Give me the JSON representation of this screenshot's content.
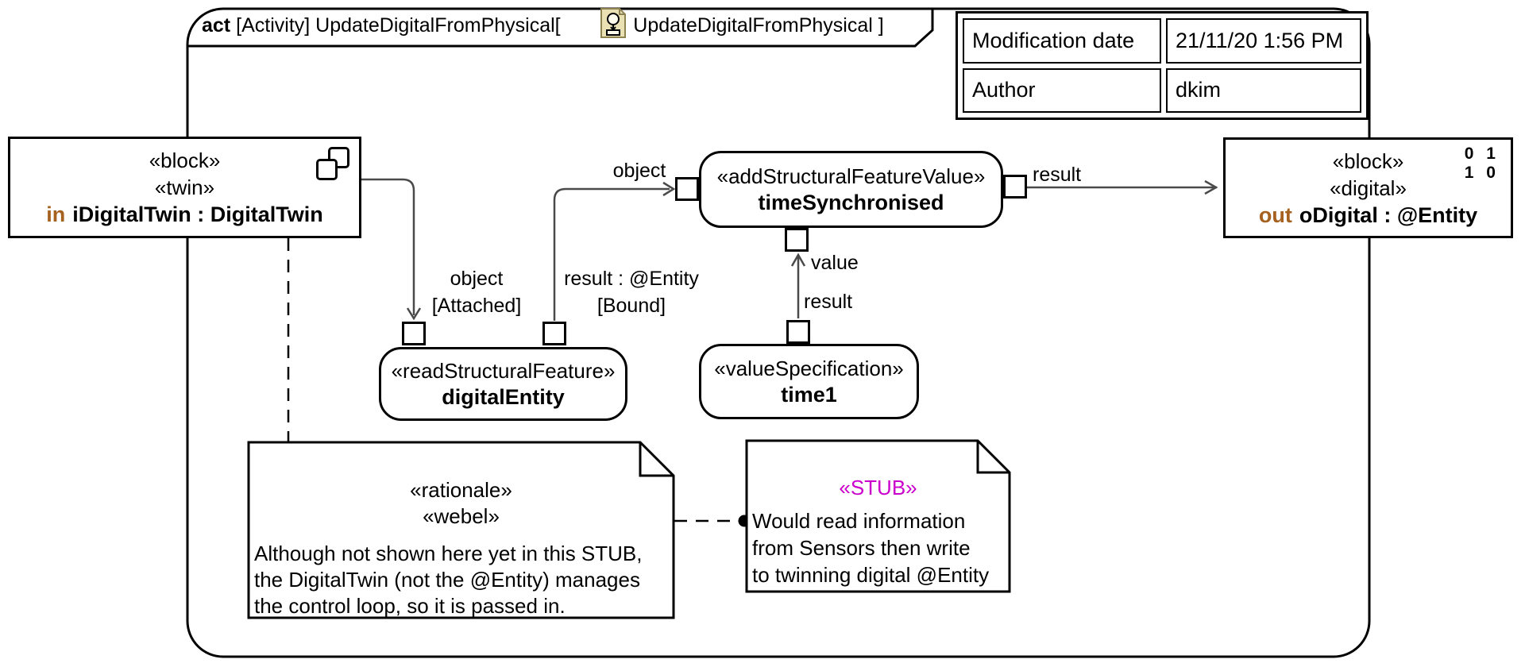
{
  "frame": {
    "header": {
      "keyword": "act",
      "segment1": "[Activity] UpdateDigitalFromPhysical[",
      "segment2": "UpdateDigitalFromPhysical ]",
      "icon": "activity-diagram-icon"
    }
  },
  "info_table": {
    "rows": [
      {
        "label": "Modification date",
        "value": "21/11/20 1:56 PM"
      },
      {
        "label": "Author",
        "value": "dkim"
      }
    ]
  },
  "nodes": {
    "input_param": {
      "stereotypes": [
        "«block»",
        "«twin»"
      ],
      "direction": "in",
      "label": "iDigitalTwin : DigitalTwin",
      "icon": "copies-icon"
    },
    "output_param": {
      "stereotypes": [
        "«block»",
        "«digital»"
      ],
      "direction": "out",
      "label": "oDigital : @Entity",
      "badge_line1": "0 1",
      "badge_line2": "1 0"
    },
    "action_time_synchronised": {
      "stereotype": "«addStructuralFeatureValue»",
      "name": "timeSynchronised"
    },
    "action_digital_entity": {
      "stereotype": "«readStructuralFeature»",
      "name": "digitalEntity"
    },
    "action_time1": {
      "stereotype": "«valueSpecification»",
      "name": "time1"
    }
  },
  "edges": {
    "flow_object_attached": {
      "name": "object",
      "guard": "[Attached]"
    },
    "flow_result_bound": {
      "name": "result : @Entity",
      "guard": "[Bound]"
    },
    "flow_object_in": {
      "label": "object"
    },
    "flow_value": {
      "label": "value"
    },
    "flow_result_time1": {
      "label": "result"
    },
    "flow_result_out": {
      "label": "result"
    }
  },
  "notes": {
    "rationale": {
      "stereotypes": [
        "«rationale»",
        "«webel»"
      ],
      "lines": [
        "Although not shown here yet in this STUB,",
        "the DigitalTwin (not the @Entity) manages",
        "the control loop, so it is passed in."
      ]
    },
    "stub": {
      "stereotype": "«STUB»",
      "lines": [
        "Would read information",
        "from Sensors then write",
        "to twinning digital @Entity"
      ]
    }
  },
  "colors": {
    "param_direction_keyword": "#a5611d",
    "stub_stereotype": "#cc00cc",
    "object_flow_line": "#4a4a4a",
    "node_border": "#000000",
    "act_icon_fill": "#e9e0b4",
    "act_icon_border": "#8f8352"
  }
}
